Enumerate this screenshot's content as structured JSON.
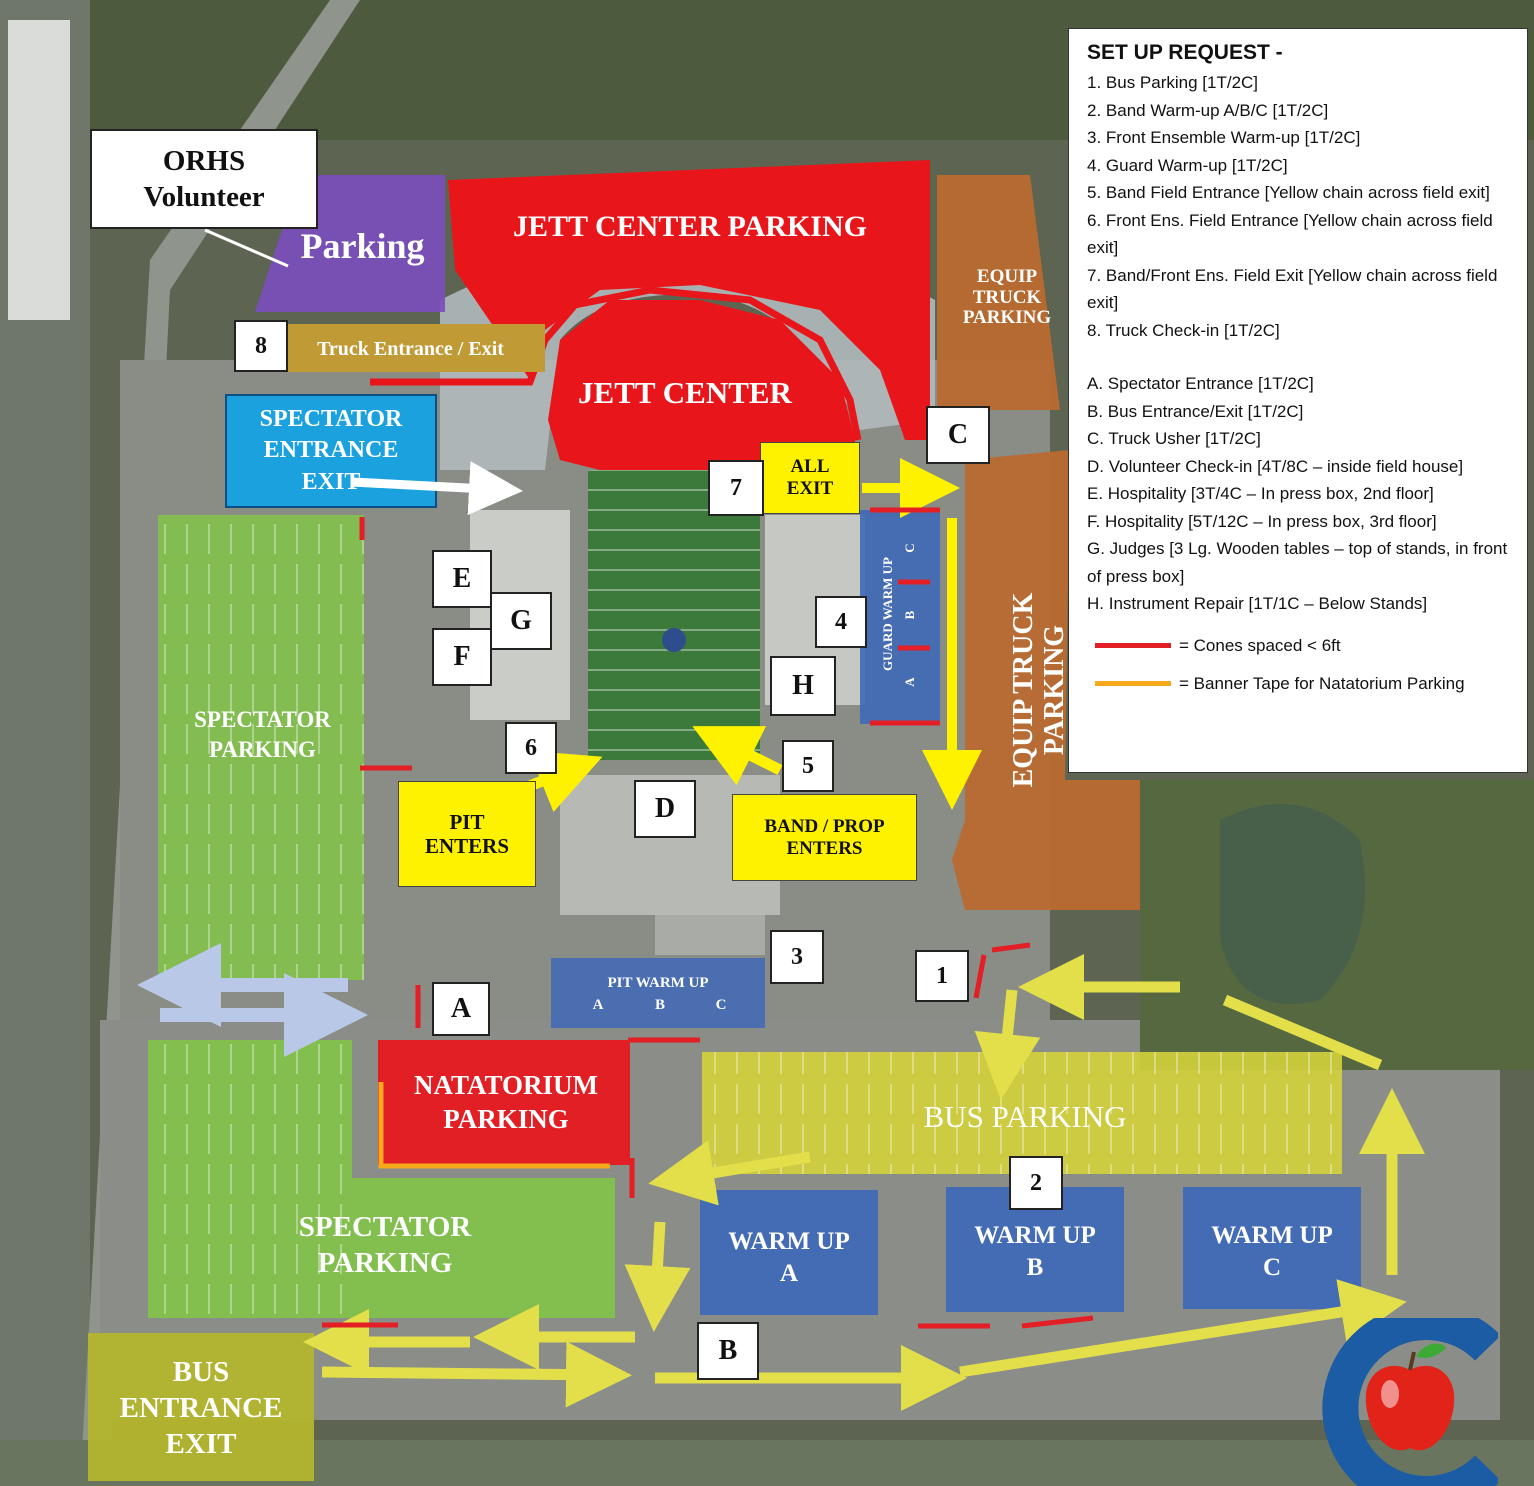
{
  "colors": {
    "red_zone": "#e8161b",
    "purple_zone": "#7b4dbb",
    "brown_zone": "#b96a30",
    "green_zone": "#82c34a",
    "yellow_zone": "#d3d23a",
    "blue_zone": "#3e69b7",
    "sky_zone": "#1ba1de",
    "callout_yellow": "#fff200",
    "arrow_yellow": "#e3df4a",
    "arrow_light_blue": "#b8c8e6",
    "cone_red": "#e31e24",
    "banner_orange": "#f7a81b",
    "gold_strip": "#c09a35"
  },
  "zones": {
    "orhs_volunteer": "ORHS\nVolunteer",
    "volunteer_parking": "Parking",
    "jett_center_parking": "JETT CENTER PARKING",
    "jett_center": "JETT CENTER",
    "equip_truck_parking_top": "EQUIP\nTRUCK\nPARKING",
    "equip_truck_parking_right": "EQUIP TRUCK\nPARKING",
    "truck_entrance_exit": "Truck Entrance / Exit",
    "spectator_entrance_exit": "SPECTATOR\nENTRANCE\nEXIT",
    "spectator_parking_west": "SPECTATOR\nPARKING",
    "spectator_parking_south": "SPECTATOR\nPARKING",
    "all_exit": "ALL\nEXIT",
    "guard_warm_up": "GUARD WARM UP",
    "guard_abc": [
      "A",
      "B",
      "C"
    ],
    "pit_enters": "PIT\nENTERS",
    "band_prop_enters": "BAND / PROP\nENTERS",
    "pit_warm_up": "PIT WARM UP",
    "pit_abc": [
      "A",
      "B",
      "C"
    ],
    "natatorium_parking": "NATATORIUM\nPARKING",
    "bus_parking": "BUS PARKING",
    "warm_up_a": "WARM UP\nA",
    "warm_up_b": "WARM UP\nB",
    "warm_up_c": "WARM UP\nC",
    "bus_entrance_exit": "BUS\nENTRANCE\nEXIT"
  },
  "markers": {
    "m8": "8",
    "m7": "7",
    "m6": "6",
    "m5": "5",
    "m4": "4",
    "m3": "3",
    "m2": "2",
    "m1": "1",
    "mA": "A",
    "mB": "B",
    "mC": "C",
    "mD": "D",
    "mE": "E",
    "mF": "F",
    "mG": "G",
    "mH": "H"
  },
  "legend": {
    "title": "SET UP REQUEST -",
    "items": [
      "1. Bus Parking [1T/2C]",
      "2. Band Warm-up A/B/C [1T/2C]",
      "3. Front Ensemble Warm-up [1T/2C]",
      "4. Guard Warm-up [1T/2C]",
      "5. Band Field Entrance [Yellow chain across field exit]",
      "6. Front Ens. Field Entrance [Yellow chain across field exit]",
      "7. Band/Front Ens. Field Exit [Yellow chain across field exit]",
      "8. Truck Check-in [1T/2C]"
    ],
    "letters": [
      "A. Spectator Entrance [1T/2C]",
      "B. Bus Entrance/Exit [1T/2C]",
      "C. Truck Usher [1T/2C]",
      "D. Volunteer Check-in [4T/8C – inside field house]",
      "E. Hospitality [3T/4C – In press box, 2nd floor]",
      "F. Hospitality [5T/12C – In press box, 3rd floor]",
      "G. Judges [3 Lg. Wooden tables – top of stands, in front of press box]",
      "H. Instrument Repair [1T/1C – Below Stands]"
    ],
    "cones_key": "= Cones spaced < 6ft",
    "banner_key": "= Banner Tape for Natatorium Parking"
  }
}
